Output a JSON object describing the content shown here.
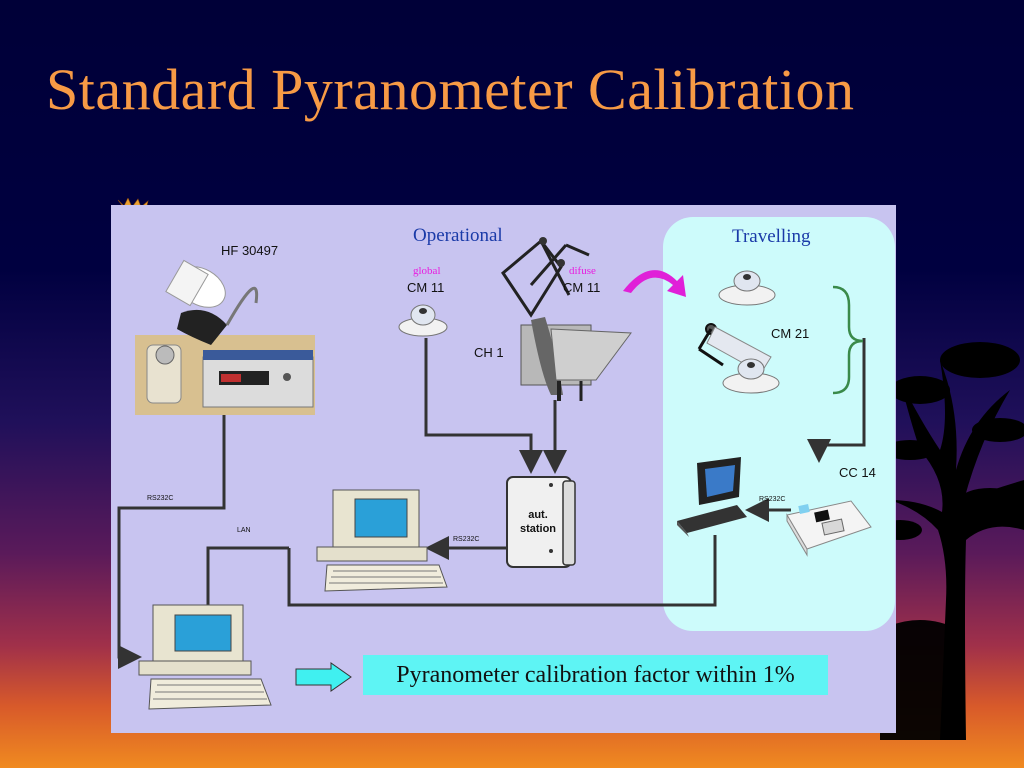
{
  "slide": {
    "title": "Standard Pyranometer Calibration"
  },
  "diagram": {
    "section_operational": "Operational",
    "section_travelling": "Travelling",
    "tracker_label": "HF 30497",
    "global_label": "global",
    "diffuse_label": "difuse",
    "global_model": "CM 11",
    "diffuse_model": "CM 11",
    "pyrheliometer_label": "CH 1",
    "travelling_model": "CM 21",
    "logger_label": "CC 14",
    "station_line1": "aut.",
    "station_line2": "station",
    "link_rs232_tracker": "RS232C",
    "link_lan": "LAN",
    "link_rs232_station": "RS232C",
    "link_rs232_logger": "RS232C",
    "result_text": "Pyranometer calibration factor within 1%"
  },
  "colors": {
    "title": "#f79a45",
    "diagram_bg": "#c8c4f0",
    "travel_panel": "#cdfbfb",
    "result_box": "#5ef4f4",
    "section_label": "#1a3aa8",
    "sensor_label": "#e81ce0",
    "arrow_magenta": "#e020d8",
    "arrow_cyan": "#40f0f0",
    "brace": "#3a8a4a"
  }
}
